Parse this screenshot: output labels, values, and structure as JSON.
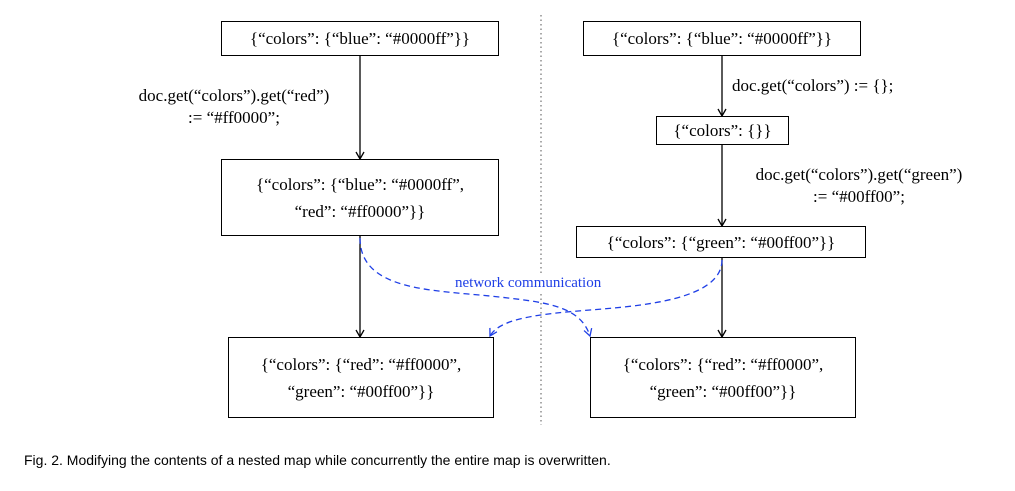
{
  "left": {
    "initial_state": "{“colors”: {“blue”: “#0000ff”}}",
    "op1": [
      "doc.get(“colors”).get(“red”)",
      ":= “#ff0000”;"
    ],
    "state_after_op1": [
      "{“colors”: {“blue”: “#0000ff”,",
      "“red”: “#ff0000”}}"
    ],
    "final_state": [
      "{“colors”: {“red”: “#ff0000”,",
      "“green”: “#00ff00”}}"
    ]
  },
  "right": {
    "initial_state": "{“colors”: {“blue”: “#0000ff”}}",
    "op1": "doc.get(“colors”) := {};",
    "state_after_op1": "{“colors”: {}}",
    "op2": [
      "doc.get(“colors”).get(“green”)",
      ":= “#00ff00”;"
    ],
    "state_after_op2": "{“colors”: {“green”: “#00ff00”}}",
    "final_state": [
      "{“colors”: {“red”: “#ff0000”,",
      "“green”: “#00ff00”}}"
    ]
  },
  "network_label": "network communication",
  "caption": "Fig. 2. Modifying the contents of a nested map while concurrently the entire map is overwritten.",
  "colors": {
    "solid_arrow": "#000000",
    "network_arrow": "#1f3fe6"
  }
}
